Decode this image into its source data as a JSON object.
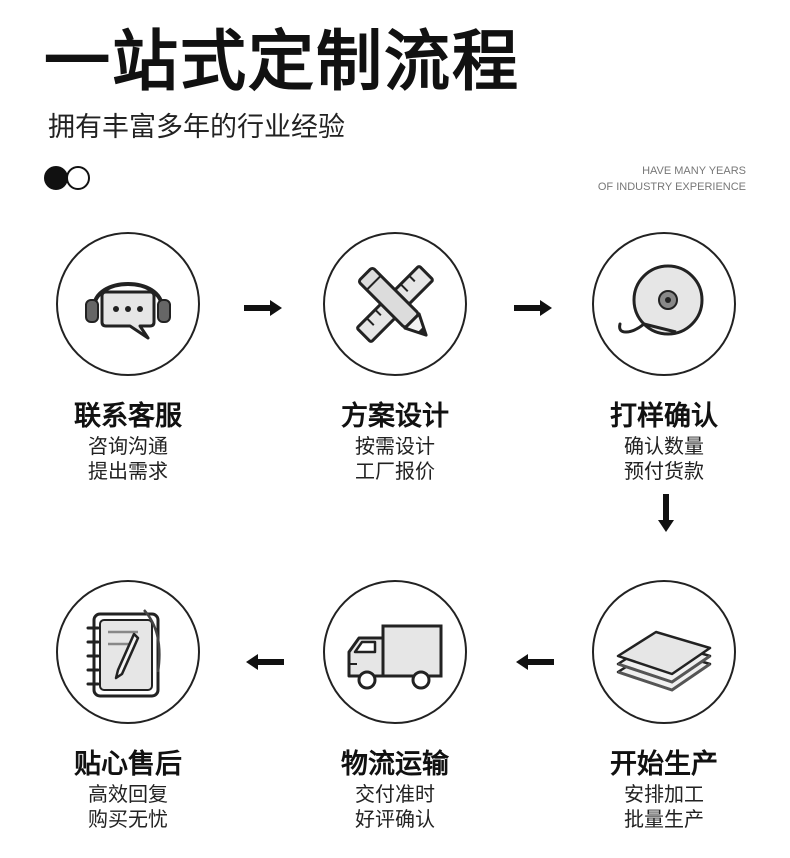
{
  "header": {
    "title": "一站式定制流程",
    "subtitle": "拥有丰富多年的行业经验",
    "en_line1": "HAVE MANY YEARS",
    "en_line2": "OF INDUSTRY EXPERIENCE"
  },
  "steps": [
    {
      "title": "联系客服",
      "line1": "咨询沟通",
      "line2": "提出需求",
      "icon": "headset-chat-icon"
    },
    {
      "title": "方案设计",
      "line1": "按需设计",
      "line2": "工厂报价",
      "icon": "pencil-ruler-icon"
    },
    {
      "title": "打样确认",
      "line1": "确认数量",
      "line2": "预付货款",
      "icon": "tape-measure-icon"
    },
    {
      "title": "开始生产",
      "line1": "安排加工",
      "line2": "批量生产",
      "icon": "paper-stack-icon"
    },
    {
      "title": "物流运输",
      "line1": "交付准时",
      "line2": "好评确认",
      "icon": "delivery-truck-icon"
    },
    {
      "title": "贴心售后",
      "line1": "高效回复",
      "line2": "购买无忧",
      "icon": "notebook-icon"
    }
  ],
  "colors": {
    "ink": "#111111",
    "icon_fill": "#e6e6e6",
    "icon_dark": "#888888",
    "text_muted": "#777777"
  }
}
